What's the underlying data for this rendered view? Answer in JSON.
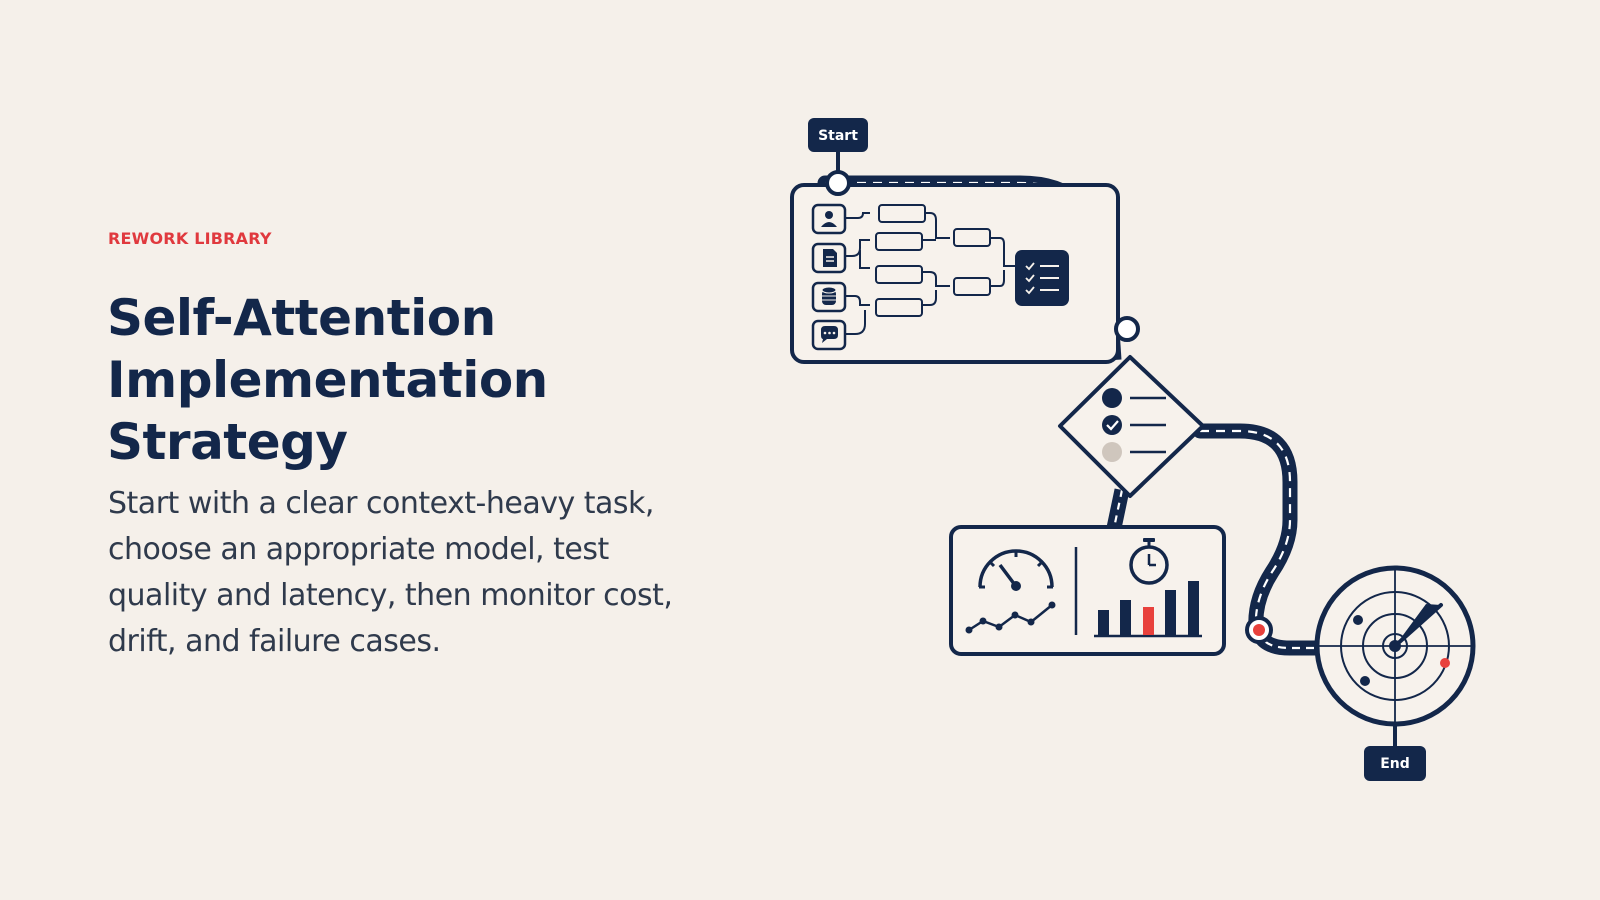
{
  "eyebrow": "REWORK LIBRARY",
  "title": "Self-Attention Implementation Strategy",
  "subtitle": "Start with a clear context-heavy task, choose an appropriate model, test quality and latency, then monitor cost, drift, and failure cases.",
  "diagram": {
    "start_label": "Start",
    "end_label": "End",
    "stages": [
      {
        "name": "context-task-card",
        "icons": [
          "user-icon",
          "document-icon",
          "database-icon",
          "chat-icon",
          "checklist-icon"
        ]
      },
      {
        "name": "model-choice-diamond",
        "icons": [
          "filled-option-icon",
          "checked-option-icon",
          "muted-option-icon"
        ]
      },
      {
        "name": "quality-latency-panel",
        "icons": [
          "gauge-icon",
          "trend-line-icon",
          "stopwatch-icon",
          "bar-chart-icon"
        ]
      },
      {
        "name": "monitoring-radar",
        "icons": [
          "radar-icon"
        ]
      }
    ],
    "colors": {
      "navy": "#13274a",
      "accent": "#e8413c",
      "card_fill": "#f7f2ec",
      "muted": "#cfc6bd"
    }
  }
}
